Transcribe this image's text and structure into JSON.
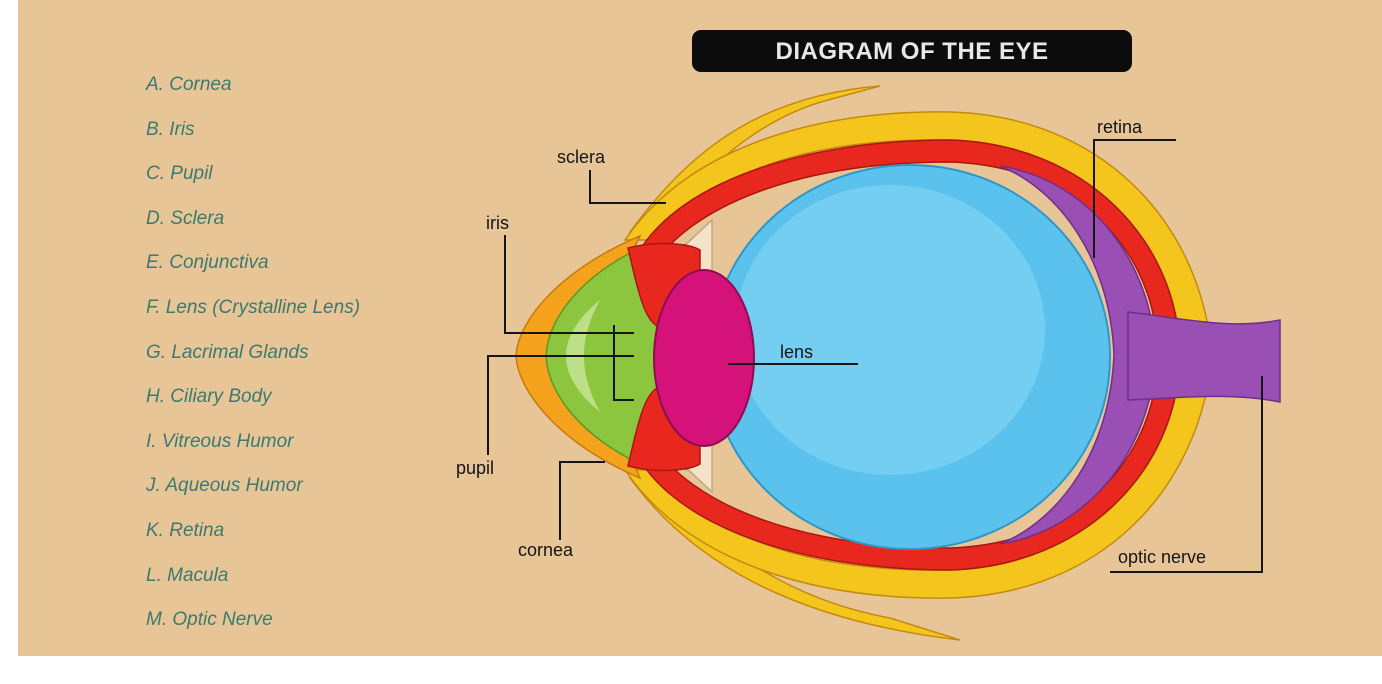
{
  "title": "DIAGRAM OF THE EYE",
  "legend": {
    "items": [
      "A. Cornea",
      "B. Iris",
      "C. Pupil",
      "D. Sclera",
      "E. Conjunctiva",
      "F. Lens (Crystalline Lens)",
      "G. Lacrimal Glands",
      "H. Ciliary Body",
      "I. Vitreous Humor",
      "J. Aqueous Humor",
      "K. Retina",
      "L. Macula",
      "M. Optic Nerve"
    ]
  },
  "labels": {
    "sclera": "sclera",
    "iris": "iris",
    "pupil": "pupil",
    "cornea": "cornea",
    "lens": "lens",
    "retina": "retina",
    "optic_nerve": "optic nerve"
  },
  "colors": {
    "background": "#e8c596",
    "sclera": "#f4c51c",
    "choroid": "#e8281e",
    "retina": "#9a4fb4",
    "vitreous": "#5bc2ee",
    "lens": "#d4127a",
    "aqueous": "#8cc63f",
    "cornea": "#f5a21d",
    "ciliary": "#f4e3c8",
    "title_badge": "#0c0c0c",
    "legend_text": "#3a7a70"
  }
}
